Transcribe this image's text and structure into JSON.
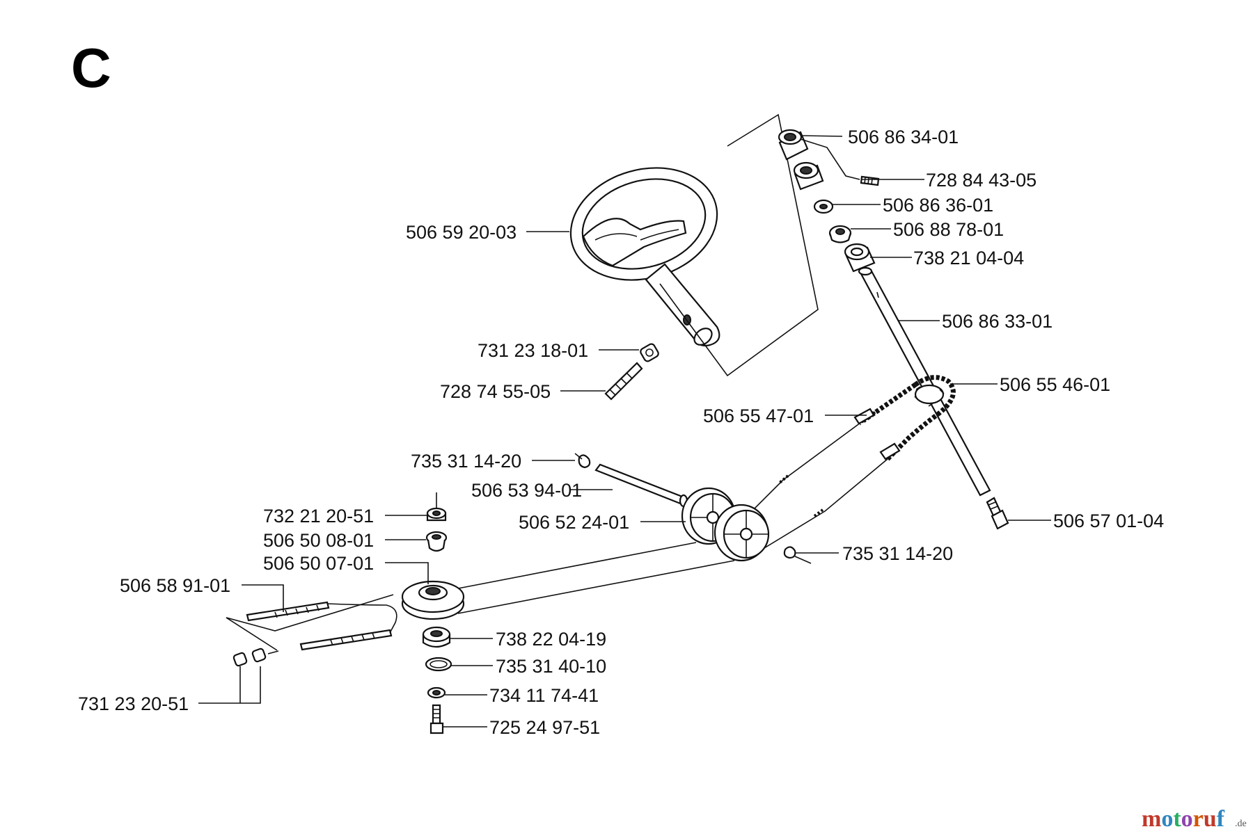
{
  "section": "C",
  "parts": {
    "p1": "506 86 34-01",
    "p2": "728 84 43-05",
    "p3": "506 86 36-01",
    "p4": "506 88 78-01",
    "p5": "738 21 04-04",
    "p6": "506 86 33-01",
    "p7": "506 55 46-01",
    "p8": "506 59 20-03",
    "p9": "731 23 18-01",
    "p10": "728 74 55-05",
    "p11": "506 55 47-01",
    "p12": "735 31 14-20",
    "p13": "506 53 94-01",
    "p14": "506 52 24-01",
    "p15": "506 57 01-04",
    "p16": "735 31 14-20",
    "p17": "732 21 20-51",
    "p18": "506 50 08-01",
    "p19": "506 50 07-01",
    "p20": "506 58 91-01",
    "p21": "738 22 04-19",
    "p22": "735 31 40-10",
    "p23": "734 11 74-41",
    "p24": "725 24 97-51",
    "p25": "731 23 20-51"
  },
  "watermark": {
    "brand": "motoruf",
    "suffix": ".de",
    "colors": [
      "#c0392b",
      "#2e86c1",
      "#27ae60",
      "#8e44ad",
      "#d35400"
    ]
  }
}
